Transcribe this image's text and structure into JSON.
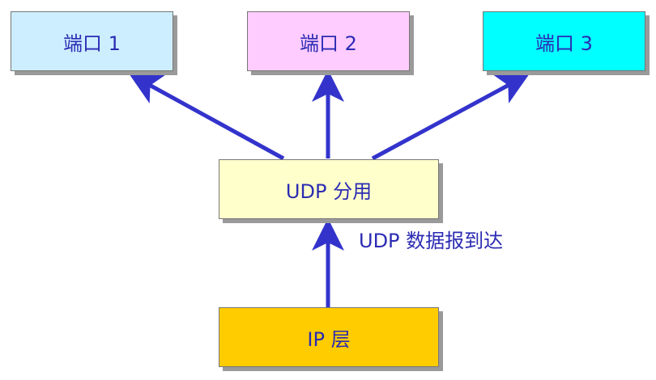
{
  "ports": [
    {
      "label": "端口 1",
      "color": "#cdeeff"
    },
    {
      "label": "端口 2",
      "color": "#ffccff"
    },
    {
      "label": "端口 3",
      "color": "#00ffff"
    }
  ],
  "demux": {
    "label": "UDP 分用",
    "color": "#ffffcc"
  },
  "ip_layer": {
    "label": "IP 层",
    "color": "#ffcc00"
  },
  "arrival_label": "UDP 数据报到达",
  "colors": {
    "arrow": "#3333cc",
    "text": "#2b2bb3",
    "border": "#777777",
    "shadow": "#9a9a9a"
  }
}
